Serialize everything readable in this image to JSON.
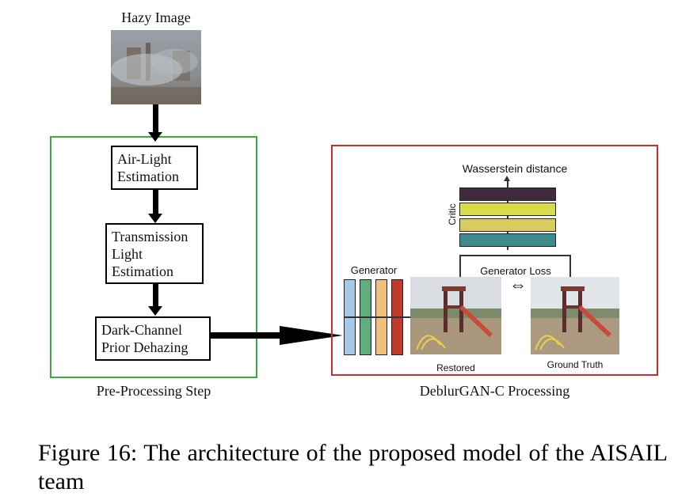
{
  "hazy_label": "Hazy Image",
  "preprocess": {
    "steps": [
      [
        "Air-Light",
        "Estimation"
      ],
      [
        "Transmission",
        "Light",
        "Estimation"
      ],
      [
        "Dark-Channel",
        "Prior Dehazing"
      ]
    ],
    "label": "Pre-Processing Step",
    "border_color": "#3aaa3a"
  },
  "deblurgan": {
    "label": "DeblurGAN-C Processing",
    "border_color": "#d42a2a",
    "wasserstein": "Wasserstein distance",
    "critic": "Critic",
    "generator": "Generator",
    "generator_loss": "Generator Loss",
    "restored": "Restored",
    "ground_truth": "Ground Truth",
    "critic_colors": [
      "#3f2a3f",
      "#d8dc4a",
      "#d8cc60",
      "#3f8a8c"
    ],
    "generator_colors": [
      "#a7c8e8",
      "#5fae7e",
      "#f0c07e",
      "#c0392b"
    ]
  },
  "caption": "Figure 16: The architecture of the proposed model of the AISAIL team"
}
